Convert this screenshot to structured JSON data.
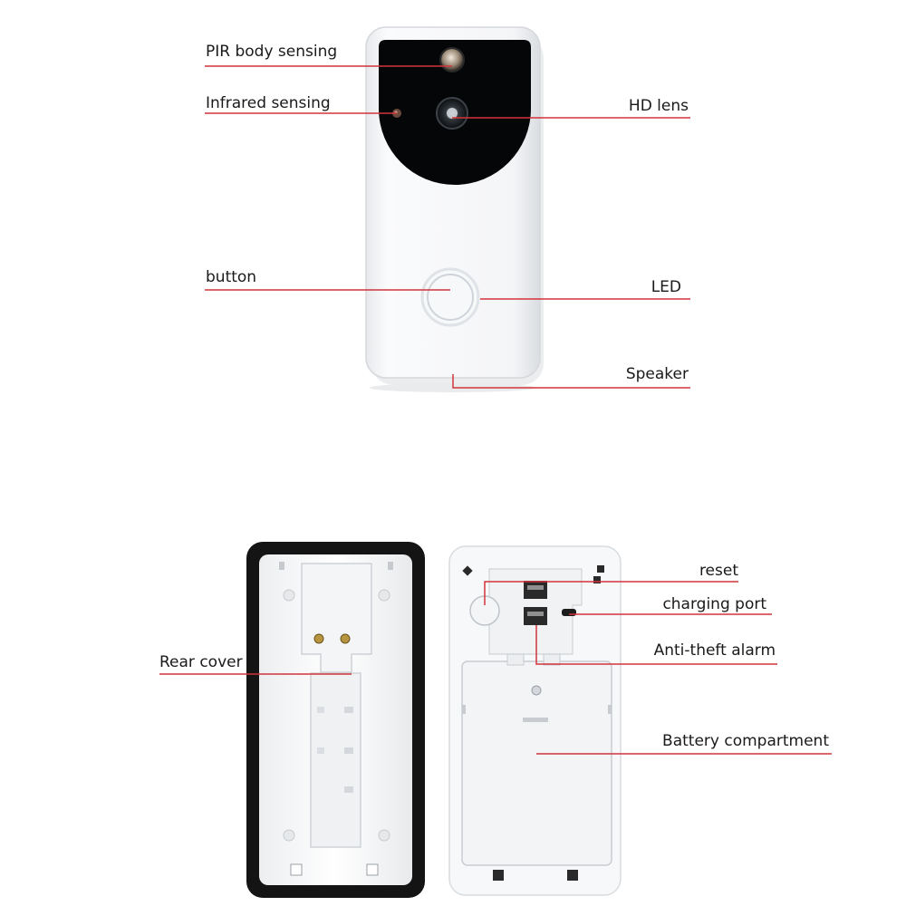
{
  "labels": {
    "pir_body_sensing": "PIR body sensing",
    "infrared_sensing": "Infrared sensing",
    "hd_lens": "HD lens",
    "button": "button",
    "led": "LED",
    "speaker": "Speaker",
    "reset": "reset",
    "charging_port": "charging port",
    "anti_theft_alarm": "Anti-theft alarm",
    "rear_cover": "Rear cover",
    "battery_compartment": "Battery compartment"
  },
  "colors": {
    "leader_line": "#d2343a",
    "device_body": "#f6f7f9",
    "lens_panel": "#050608",
    "gasket": "#141414",
    "text": "#1a1a1a"
  }
}
